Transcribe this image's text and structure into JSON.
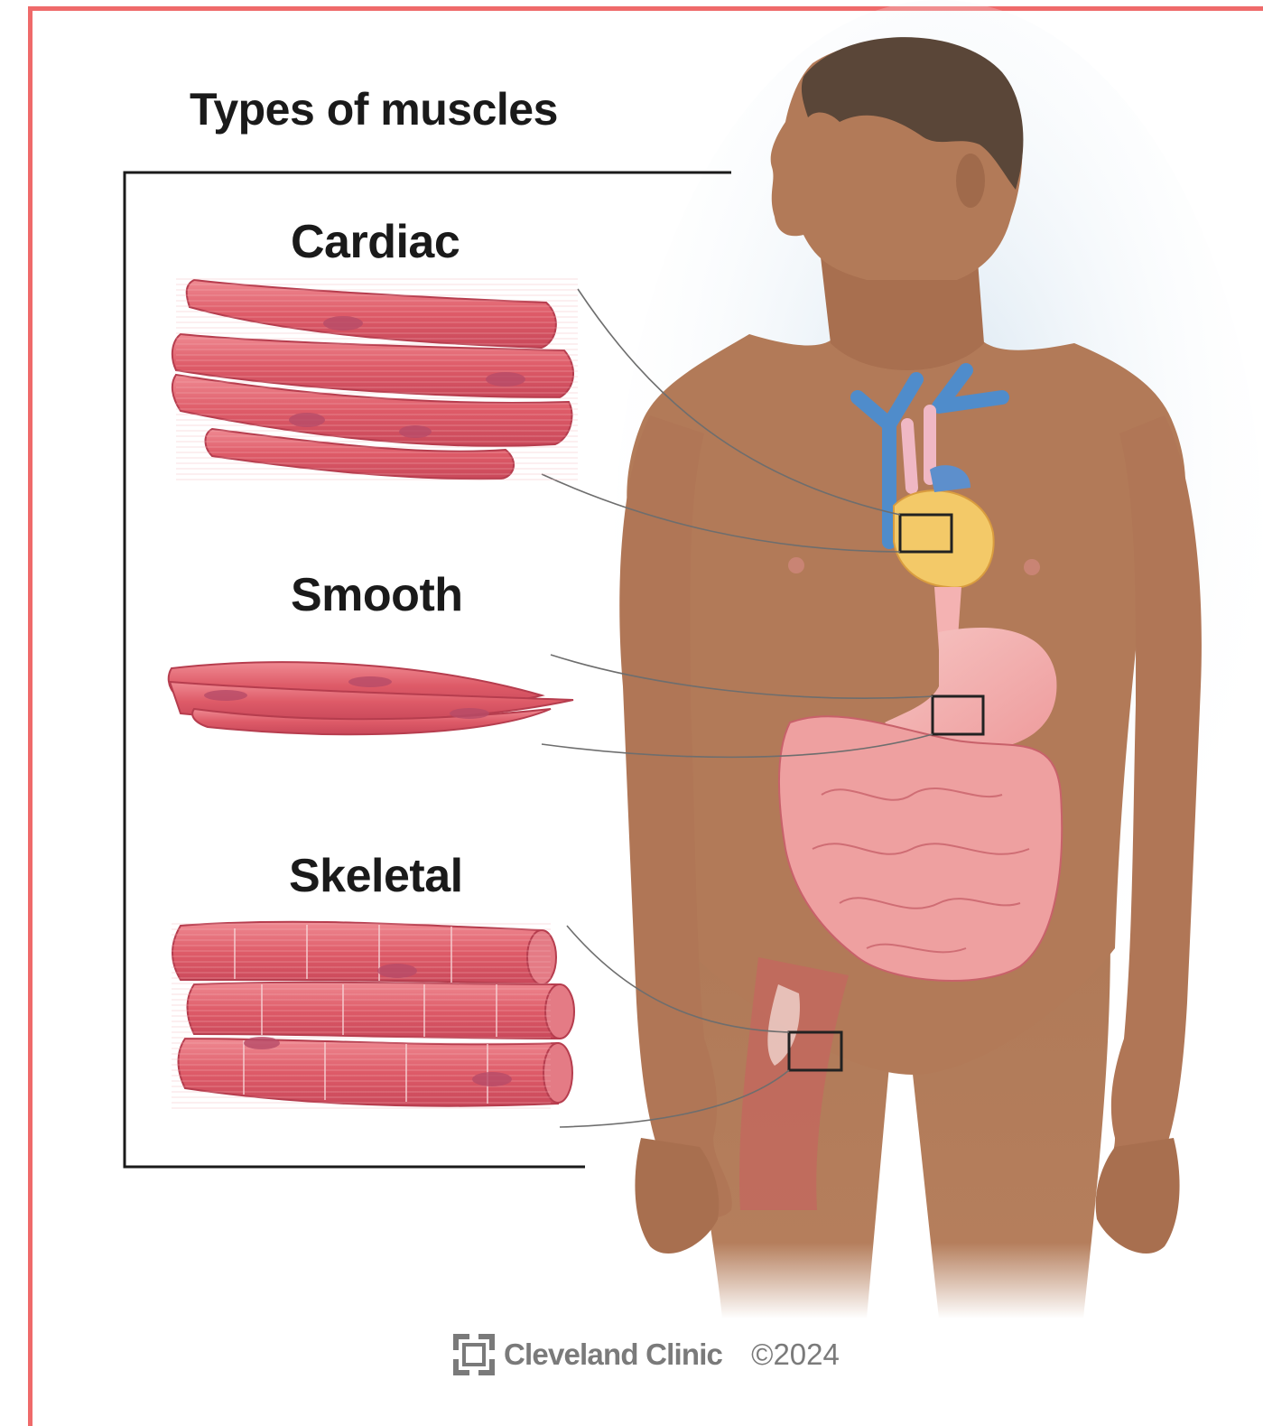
{
  "title": "Types of muscles",
  "muscle_types": [
    {
      "label": "Cardiac"
    },
    {
      "label": "Smooth"
    },
    {
      "label": "Skeletal"
    }
  ],
  "credit": {
    "organization": "Cleveland Clinic",
    "copyright": "©2024",
    "logo_icon": "cleveland-clinic-logo-icon"
  },
  "colors": {
    "frame_border": "#ef6a6a",
    "muscle_fill": "#e0606b",
    "skin": "#b27a58",
    "stomach": "#f2a6a6"
  }
}
